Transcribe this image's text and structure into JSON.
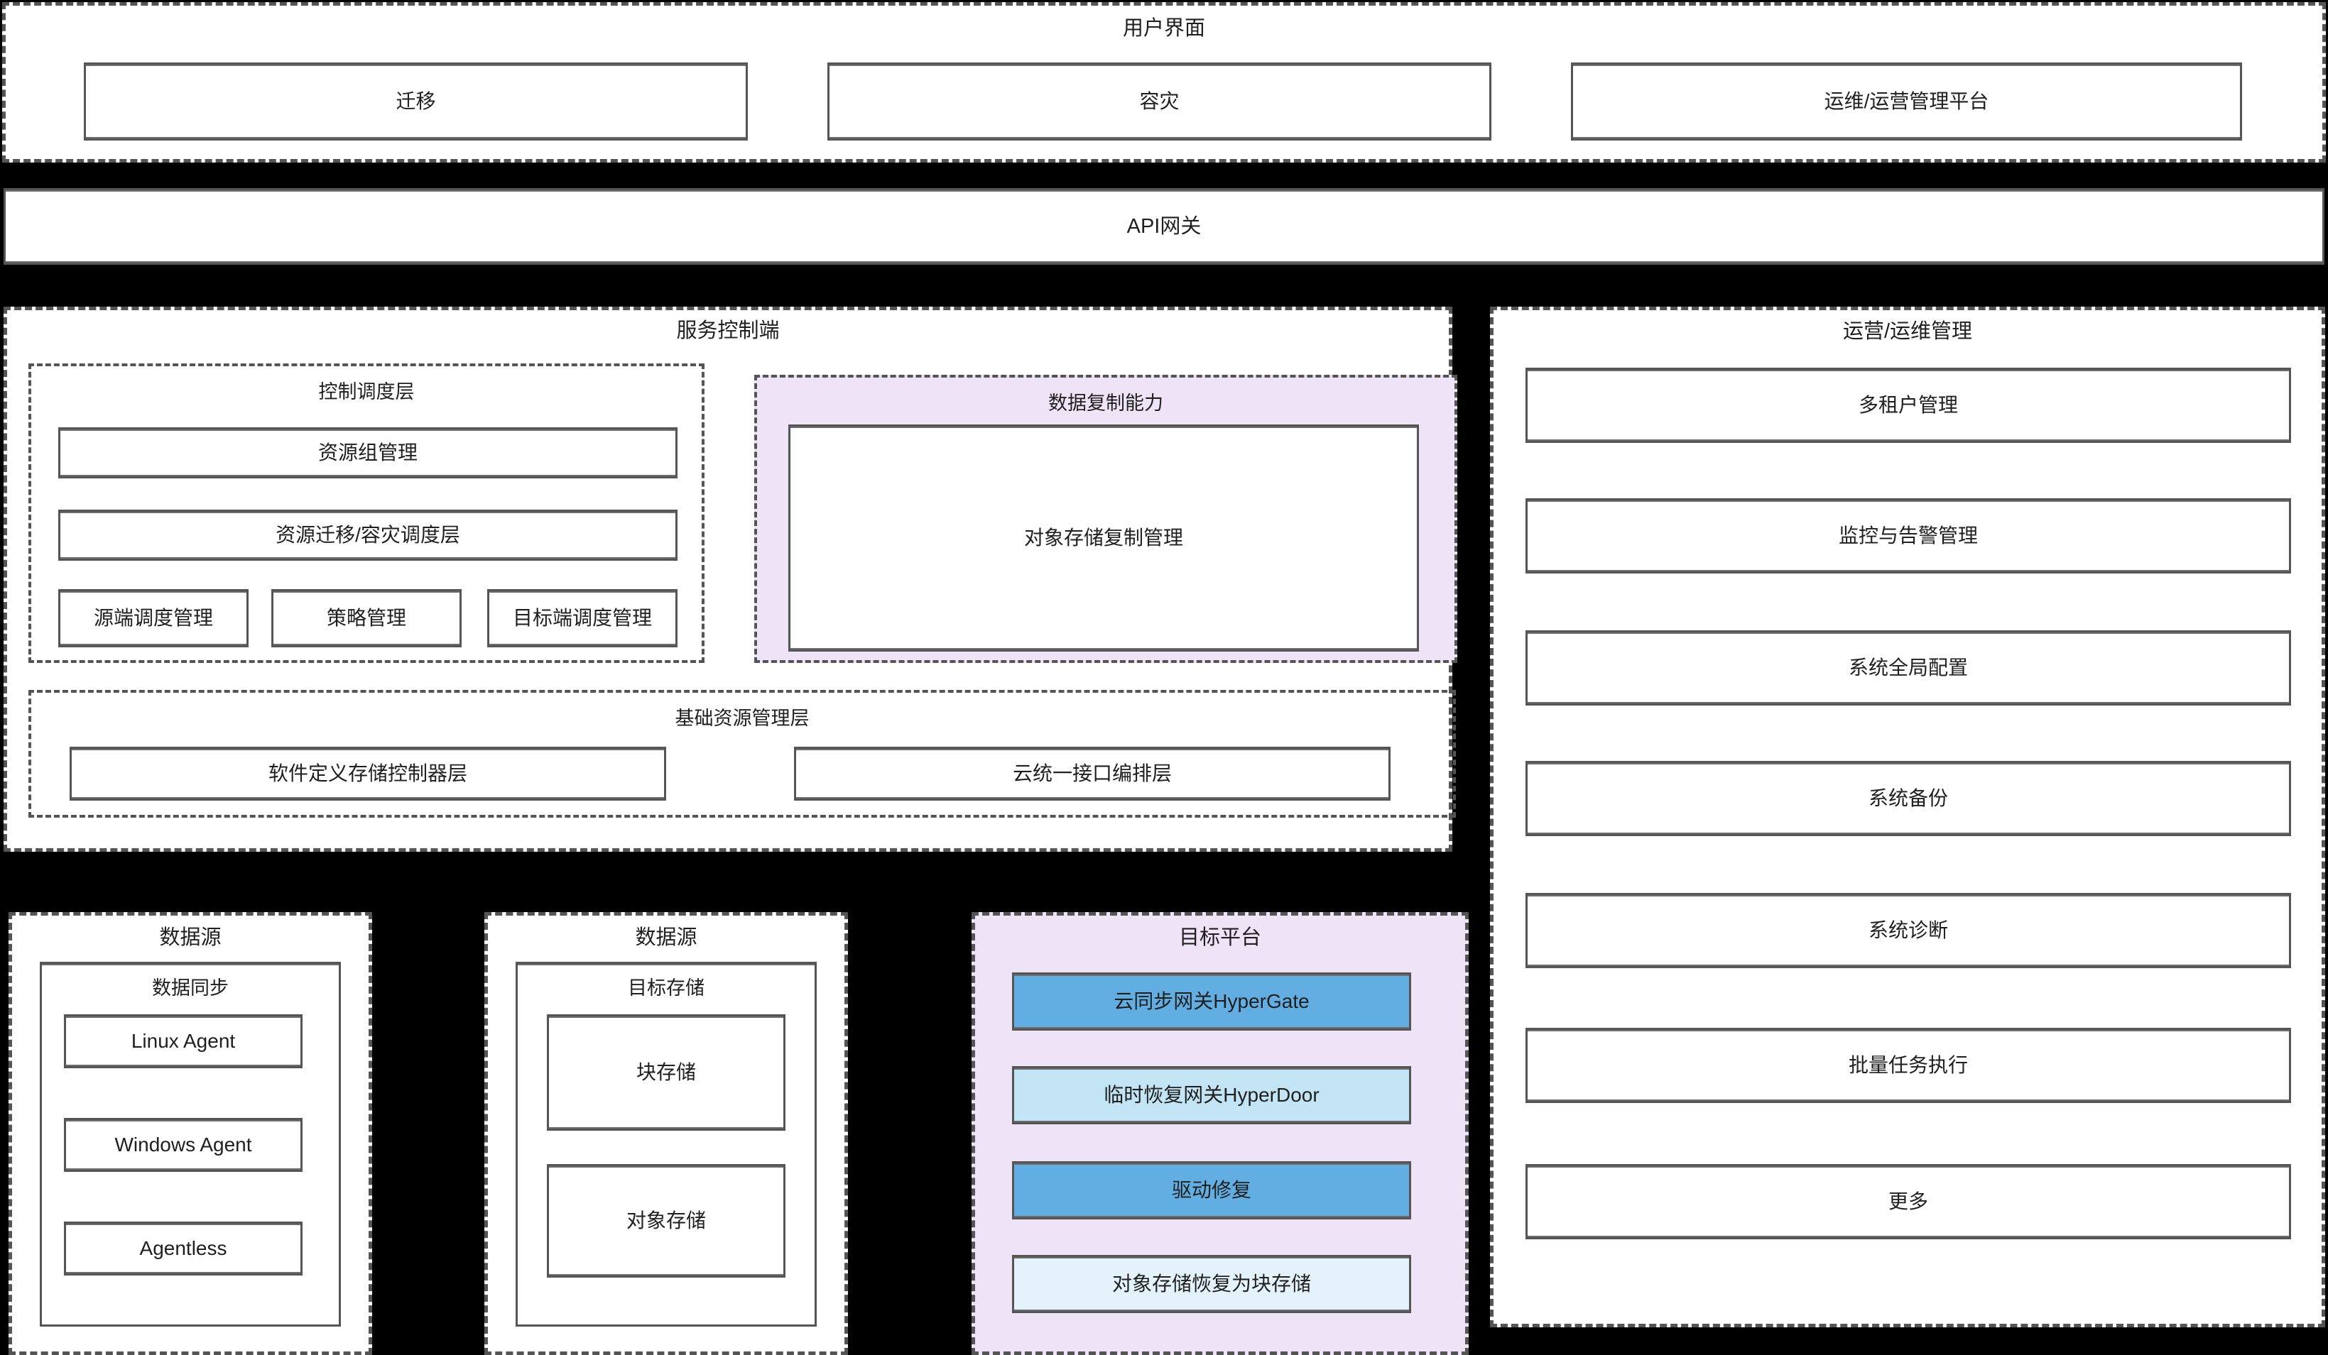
{
  "user_interface": {
    "title": "用户界面",
    "items": [
      {
        "label": "迁移"
      },
      {
        "label": "容灾"
      },
      {
        "label": "运维/运营管理平台"
      }
    ]
  },
  "api_gateway": {
    "label": "API网关"
  },
  "service_control": {
    "title": "服务控制端",
    "control_scheduling": {
      "title": "控制调度层",
      "wide_items": [
        {
          "label": "资源组管理"
        },
        {
          "label": "资源迁移/容灾调度层"
        }
      ],
      "row_items": [
        {
          "label": "源端调度管理"
        },
        {
          "label": "策略管理"
        },
        {
          "label": "目标端调度管理"
        }
      ]
    },
    "data_replication": {
      "title": "数据复制能力",
      "items": [
        {
          "label": "对象存储复制管理"
        }
      ],
      "background_color": "#efe4f7"
    },
    "base_resource": {
      "title": "基础资源管理层",
      "items": [
        {
          "label": "软件定义存储控制器层"
        },
        {
          "label": "云统一接口编排层"
        }
      ]
    }
  },
  "ops_management": {
    "title": "运营/运维管理",
    "items": [
      {
        "label": "多租户管理"
      },
      {
        "label": "监控与告警管理"
      },
      {
        "label": "系统全局配置"
      },
      {
        "label": "系统备份"
      },
      {
        "label": "系统诊断"
      },
      {
        "label": "批量任务执行"
      },
      {
        "label": "更多"
      }
    ]
  },
  "data_source_1": {
    "title": "数据源",
    "inner_title": "数据同步",
    "items": [
      {
        "label": "Linux Agent"
      },
      {
        "label": "Windows Agent"
      },
      {
        "label": "Agentless"
      }
    ]
  },
  "data_source_2": {
    "title": "数据源",
    "inner_title": "目标存储",
    "items": [
      {
        "label": "块存储"
      },
      {
        "label": "对象存储"
      }
    ]
  },
  "target_platform": {
    "title": "目标平台",
    "background_color": "#efe4f7",
    "items": [
      {
        "label": "云同步网关HyperGate",
        "color": "#62aee3"
      },
      {
        "label": "临时恢复网关HyperDoor",
        "color": "#c3e4f5"
      },
      {
        "label": "驱动修复",
        "color": "#62aee3"
      },
      {
        "label": "对象存储恢复为块存储",
        "color": "#e4f3fb"
      }
    ]
  },
  "colors": {
    "canvas": "#000000",
    "panel_bg": "#ffffff",
    "lavender": "#efe4f7",
    "border": "#555555",
    "blue_dark": "#62aee3",
    "blue_light": "#c3e4f5",
    "blue_pale": "#e4f3fb"
  }
}
